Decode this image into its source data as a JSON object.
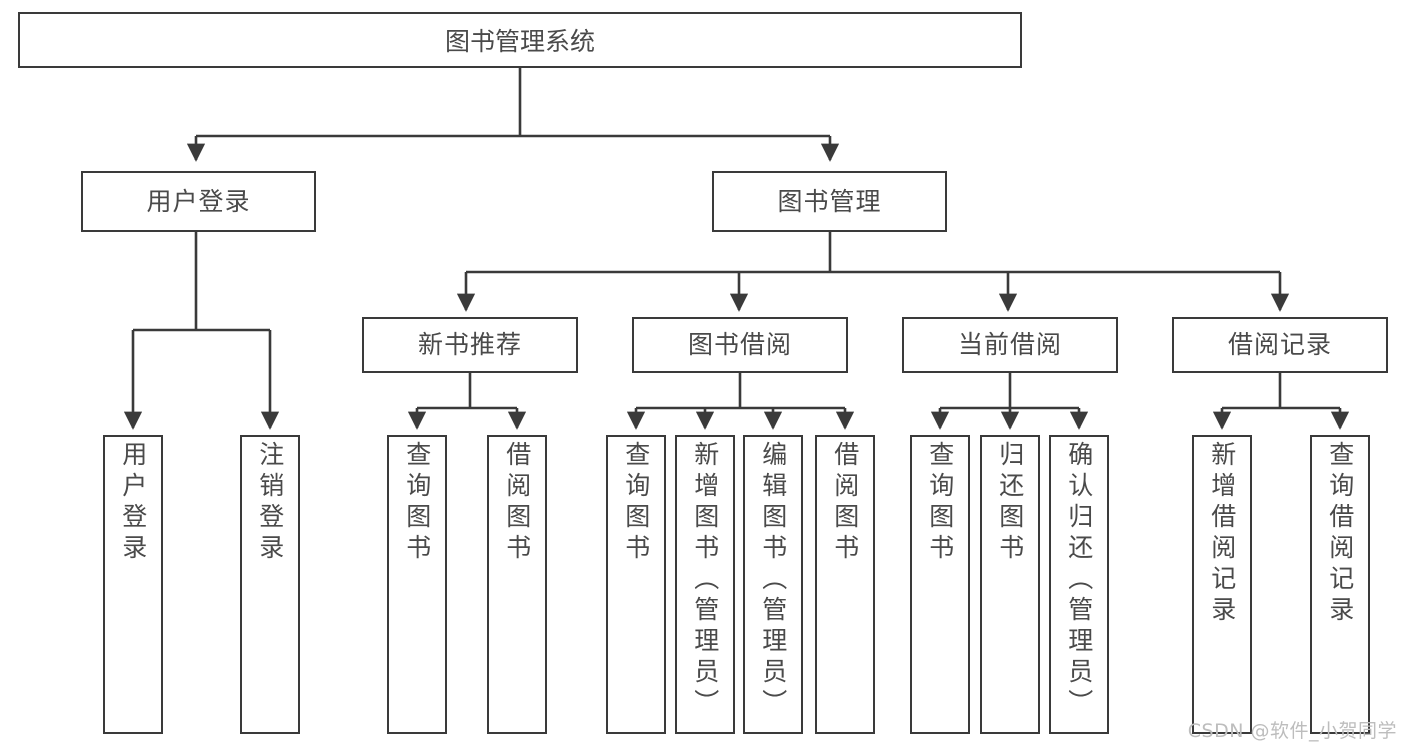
{
  "diagram": {
    "title": "图书管理系统",
    "type": "tree",
    "watermark": "CSDN @软件_小贺同学",
    "style": {
      "background": "#ffffff",
      "box_border": "#3a3a3a",
      "box_fill": "#ffffff",
      "text_color": "#4a4a4a",
      "edge_color": "#3a3a3a",
      "watermark_color": "#bdbdbd"
    },
    "nodes": {
      "root": {
        "label": "图书管理系统"
      },
      "level2": [
        {
          "id": "user_login",
          "label": "用户登录"
        },
        {
          "id": "book_manage",
          "label": "图书管理"
        }
      ],
      "level3": [
        {
          "id": "new_book_rec",
          "label": "新书推荐"
        },
        {
          "id": "book_borrow",
          "label": "图书借阅"
        },
        {
          "id": "current_borrow",
          "label": "当前借阅"
        },
        {
          "id": "borrow_record",
          "label": "借阅记录"
        }
      ],
      "leaves": {
        "user_login": [
          {
            "id": "leaf_user_login",
            "label": "用户登录"
          },
          {
            "id": "leaf_logout",
            "label": "注销登录"
          }
        ],
        "new_book_rec": [
          {
            "id": "leaf_query_book_1",
            "label": "查询图书"
          },
          {
            "id": "leaf_borrow_book_1",
            "label": "借阅图书"
          }
        ],
        "book_borrow": [
          {
            "id": "leaf_query_book_2",
            "label": "查询图书"
          },
          {
            "id": "leaf_add_book",
            "label": "新增图书（管理员）"
          },
          {
            "id": "leaf_edit_book",
            "label": "编辑图书（管理员）"
          },
          {
            "id": "leaf_borrow_book_2",
            "label": "借阅图书"
          }
        ],
        "current_borrow": [
          {
            "id": "leaf_query_book_3",
            "label": "查询图书"
          },
          {
            "id": "leaf_return_book",
            "label": "归还图书"
          },
          {
            "id": "leaf_confirm_return",
            "label": "确认归还（管理员）"
          }
        ],
        "borrow_record": [
          {
            "id": "leaf_add_record",
            "label": "新增借阅记录"
          },
          {
            "id": "leaf_query_record",
            "label": "查询借阅记录"
          }
        ]
      }
    }
  }
}
